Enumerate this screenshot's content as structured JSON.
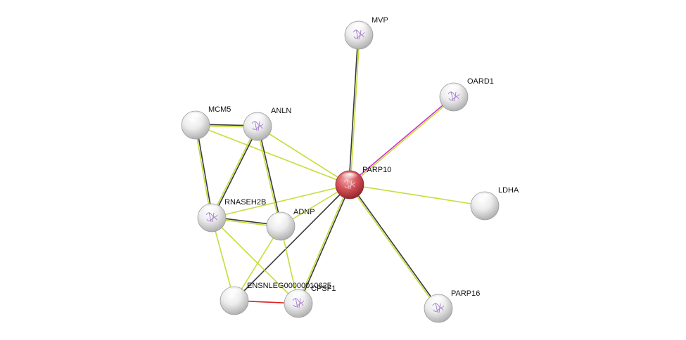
{
  "network": {
    "center_node": "PARP10",
    "nodes": [
      {
        "id": "MVP",
        "label": "MVP",
        "color": "#e6e6e6",
        "has_structure": true
      },
      {
        "id": "OARD1",
        "label": "OARD1",
        "color": "#e6e6e6",
        "has_structure": true
      },
      {
        "id": "MCM5",
        "label": "MCM5",
        "color": "#e6e6e6",
        "has_structure": false
      },
      {
        "id": "ANLN",
        "label": "ANLN",
        "color": "#e6e6e6",
        "has_structure": true
      },
      {
        "id": "PARP10",
        "label": "PARP10",
        "color": "#d9363e",
        "has_structure": true
      },
      {
        "id": "LDHA",
        "label": "LDHA",
        "color": "#e6e6e6",
        "has_structure": false
      },
      {
        "id": "RNASEH2B",
        "label": "RNASEH2B",
        "color": "#e6e6e6",
        "has_structure": true
      },
      {
        "id": "ADNP",
        "label": "ADNP",
        "color": "#e6e6e6",
        "has_structure": false
      },
      {
        "id": "ENSNLEG",
        "label": "ENSNLEG00000010625",
        "color": "#e6e6e6",
        "has_structure": false
      },
      {
        "id": "CPSF1",
        "label": "CPSF1",
        "color": "#e6e6e6",
        "has_structure": true
      },
      {
        "id": "PARP16",
        "label": "PARP16",
        "color": "#e6e6e6",
        "has_structure": true
      }
    ],
    "edges": [
      {
        "source": "PARP10",
        "target": "MVP",
        "evidence": [
          "black",
          "yellow"
        ]
      },
      {
        "source": "PARP10",
        "target": "OARD1",
        "evidence": [
          "magenta",
          "yellow"
        ]
      },
      {
        "source": "PARP10",
        "target": "LDHA",
        "evidence": [
          "yellow"
        ]
      },
      {
        "source": "PARP10",
        "target": "PARP16",
        "evidence": [
          "black",
          "yellow"
        ]
      },
      {
        "source": "PARP10",
        "target": "MCM5",
        "evidence": [
          "yellow"
        ]
      },
      {
        "source": "PARP10",
        "target": "ANLN",
        "evidence": [
          "yellow"
        ]
      },
      {
        "source": "PARP10",
        "target": "RNASEH2B",
        "evidence": [
          "yellow"
        ]
      },
      {
        "source": "PARP10",
        "target": "ADNP",
        "evidence": [
          "yellow"
        ]
      },
      {
        "source": "PARP10",
        "target": "ENSNLEG",
        "evidence": [
          "black"
        ]
      },
      {
        "source": "PARP10",
        "target": "CPSF1",
        "evidence": [
          "black",
          "yellow"
        ]
      },
      {
        "source": "MCM5",
        "target": "ANLN",
        "evidence": [
          "black",
          "yellow"
        ]
      },
      {
        "source": "MCM5",
        "target": "RNASEH2B",
        "evidence": [
          "black",
          "yellow"
        ]
      },
      {
        "source": "ANLN",
        "target": "RNASEH2B",
        "evidence": [
          "black",
          "yellow"
        ]
      },
      {
        "source": "ANLN",
        "target": "ADNP",
        "evidence": [
          "black",
          "yellow"
        ]
      },
      {
        "source": "RNASEH2B",
        "target": "ADNP",
        "evidence": [
          "black",
          "yellow"
        ]
      },
      {
        "source": "RNASEH2B",
        "target": "ENSNLEG",
        "evidence": [
          "yellow"
        ]
      },
      {
        "source": "RNASEH2B",
        "target": "CPSF1",
        "evidence": [
          "yellow"
        ]
      },
      {
        "source": "ADNP",
        "target": "ENSNLEG",
        "evidence": [
          "yellow"
        ]
      },
      {
        "source": "ADNP",
        "target": "CPSF1",
        "evidence": [
          "yellow"
        ]
      },
      {
        "source": "ENSNLEG",
        "target": "CPSF1",
        "evidence": [
          "red"
        ]
      }
    ],
    "evidence_colors": {
      "black": "#3a3a3a",
      "yellow": "#c8dc3c",
      "magenta": "#cc33cc",
      "red": "#e02020"
    }
  }
}
